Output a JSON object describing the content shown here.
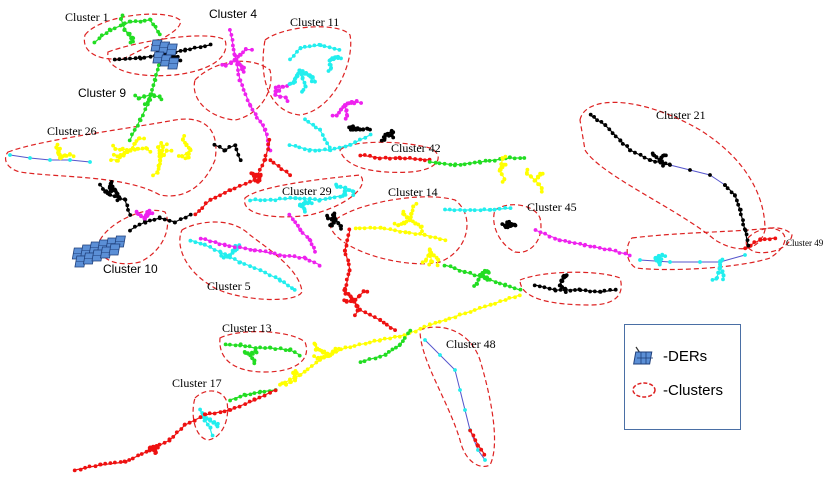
{
  "clusters": {
    "c1": "Cluster 1",
    "c4": "Cluster 4",
    "c11": "Cluster 11",
    "c9": "Cluster 9",
    "c21": "Cluster 21",
    "c26": "Cluster 26",
    "c42": "Cluster 42",
    "c29": "Cluster 29",
    "c14": "Cluster 14",
    "c45": "Cluster 45",
    "c49": "Cluster 49",
    "c10": "Cluster 10",
    "c5": "Cluster 5",
    "c13": "Cluster 13",
    "c48": "Cluster 48",
    "c17": "Cluster 17"
  },
  "legend": {
    "ders": "-DERs",
    "clusters": "-Clusters"
  },
  "colors": {
    "green": "#22dd22",
    "black": "#000000",
    "magenta": "#ee22ee",
    "cyan": "#22eeee",
    "yellow": "#ffff00",
    "red": "#ee1111",
    "line": "#5555cc",
    "cluster_border": "#dd2222",
    "der_fill": "#5b8fd6"
  }
}
